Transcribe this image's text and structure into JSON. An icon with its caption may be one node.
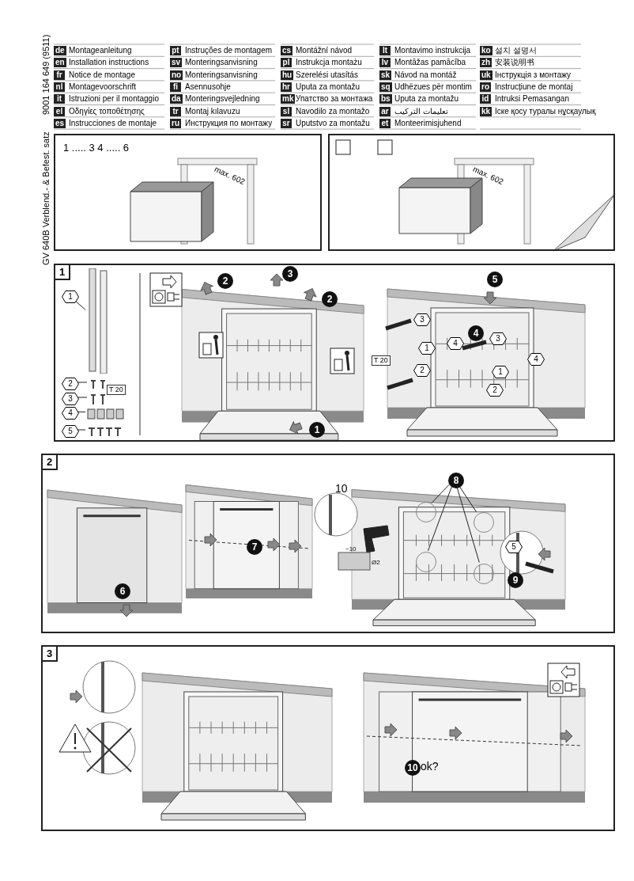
{
  "diagram": {
    "nodes": [
      {
        "text": [
          "1 ..... 3 4 ..... 6",
          "max. 602"
        ]
      },
      {
        "text": [
          "max. 602"
        ]
      },
      {
        "text": [
          "1"
        ]
      },
      {
        "text": [
          "1"
        ],
        "in": 2
      },
      {
        "text": [
          "2"
        ],
        "in": 2
      },
      {
        "text": [
          "3"
        ],
        "in": 2
      },
      {
        "text": [
          "4"
        ],
        "in": 2
      },
      {
        "text": [
          "5"
        ],
        "in": 2
      },
      {
        "text": [],
        "shape": "picture",
        "in": 2
      },
      {
        "text": [],
        "shape": "picture",
        "in": 2
      },
      {
        "text": [],
        "shape": "picture",
        "in": 2
      },
      {
        "text": [],
        "shape": "picture",
        "in": 2
      },
      {
        "text": [],
        "shape": "picture",
        "in": 2
      },
      {
        "text": [
          "2"
        ]
      },
      {
        "text": [
          "8"
        ],
        "in": 13
      },
      {
        "text": [],
        "shape": "circle",
        "in": 13
      },
      {
        "text": [],
        "shape": "circle",
        "in": 13
      },
      {
        "text": [],
        "shape": "circle",
        "in": 13
      },
      {
        "text": [],
        "shape": "circle",
        "in": 13
      },
      {
        "text": [
          "3"
        ]
      },
      {
        "text": [
          "2"
        ],
        "in": 2
      },
      {
        "text": [
          "3"
        ],
        "in": 2
      },
      {
        "text": [
          "2"
        ],
        "in": 2
      },
      {
        "text": [
          "1"
        ],
        "in": 2
      },
      {
        "text": [
          "5"
        ],
        "in": 2
      },
      {
        "text": [
          "3"
        ],
        "in": 2
      },
      {
        "text": [
          "4"
        ],
        "in": 2
      },
      {
        "text": [
          "3"
        ],
        "in": 2
      },
      {
        "text": [
          "1"
        ],
        "in": 2
      },
      {
        "text": [
          "4"
        ],
        "in": 2
      },
      {
        "text": [
          "2"
        ],
        "in": 2
      },
      {
        "text": [
          "1"
        ],
        "in": 2
      },
      {
        "text": [
          "4"
        ],
        "in": 2
      },
      {
        "text": [
          "2"
        ],
        "in": 2
      },
      {
        "text": [
          "6"
        ],
        "in": 13
      },
      {
        "text": [
          "7"
        ],
        "in": 13
      },
      {
        "text": [
          "9"
        ],
        "in": 13
      },
      {
        "text": [
          "5"
        ],
        "in": 13
      },
      {
        "text": [
          "10"
        ],
        "in": 19
      }
    ],
    "edges": [
      {
        "from": 3,
        "to": 8,
        "arrow": "none"
      },
      {
        "from": 4,
        "to": 9,
        "arrow": "none"
      },
      {
        "from": 5,
        "to": 10,
        "arrow": "none"
      },
      {
        "from": 6,
        "to": 11,
        "arrow": "none"
      },
      {
        "from": 7,
        "to": 12,
        "arrow": "none"
      },
      {
        "from": 14,
        "to": 15,
        "arrow": "none"
      },
      {
        "from": 14,
        "to": 16,
        "arrow": "none"
      },
      {
        "from": 14,
        "to": 17,
        "arrow": "none"
      },
      {
        "from": 14,
        "to": 18,
        "arrow": "none"
      }
    ],
    "labels": [
      "9001 164 649 (9511)",
      "GV 640B Verblend.- & Befest. satz",
      "de",
      "Montageanleitung",
      "en",
      "Installation instructions",
      "fr",
      "Notice de montage",
      "nl",
      "Montagevoorschrift",
      "it",
      "Istruzioni per il montaggio",
      "el",
      "Οδηγίες τοποθέτησης",
      "es",
      "Instrucciones de montaje",
      "pt",
      "Instruções de montagem",
      "sv",
      "Monteringsanvisning",
      "no",
      "Monteringsanvisning",
      "fi",
      "Asennusohje",
      "da",
      "Monteringsvejledning",
      "tr",
      "Montaj kılavuzu",
      "ru",
      "Инструкция по монтажу",
      "cs",
      "Montážní návod",
      "pl",
      "Instrukcja montażu",
      "hu",
      "Szerelési utasítás",
      "hr",
      "Uputa za montažu",
      "mk",
      "Упатство за монтажа",
      "sl",
      "Navodilo za montažo",
      "sr",
      "Uputstvo za montažu",
      "lt",
      "Montavimo instrukcija",
      "lv",
      "Montāžas pamācība",
      "sk",
      "Návod na montáž",
      "sq",
      "Udhëzues për montim",
      "bs",
      "Uputa za montažu",
      "ar",
      "تعليمات التركيب",
      "et",
      "Monteerimisjuhend",
      "ko",
      "설치 설명서",
      "zh",
      "安装说明书",
      "uk",
      "Інструкція з монтажу",
      "ro",
      "Instrucțiune de montaj",
      "id",
      "Intruksi Pemasangan",
      "kk",
      "Іске қосу туралы нұсқаулық",
      "T 20",
      "T 20",
      "10",
      "~10",
      "Ø2",
      "ok?"
    ]
  }
}
